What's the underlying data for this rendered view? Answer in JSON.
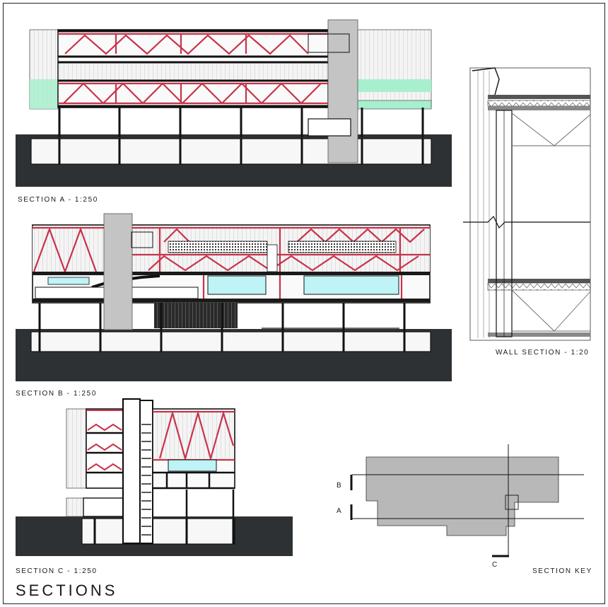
{
  "sheet": {
    "title": "SECTIONS"
  },
  "labels": {
    "section_a": "SECTION A - 1:250",
    "section_b": "SECTION B - 1:250",
    "section_c": "SECTION C - 1:250",
    "wall_section": "WALL SECTION - 1:20",
    "section_key": "SECTION KEY"
  },
  "key": {
    "marker_a": "A",
    "marker_b": "B",
    "marker_c": "C"
  },
  "colors": {
    "ground": "#2e3133",
    "steel_red": "#c8334a",
    "glass_cyan": "#bff3f5",
    "glass_green": "#a8efcd",
    "core_grey": "#c4c4c4",
    "plan_grey": "#b8b8b8",
    "line": "#1a1a1a"
  }
}
